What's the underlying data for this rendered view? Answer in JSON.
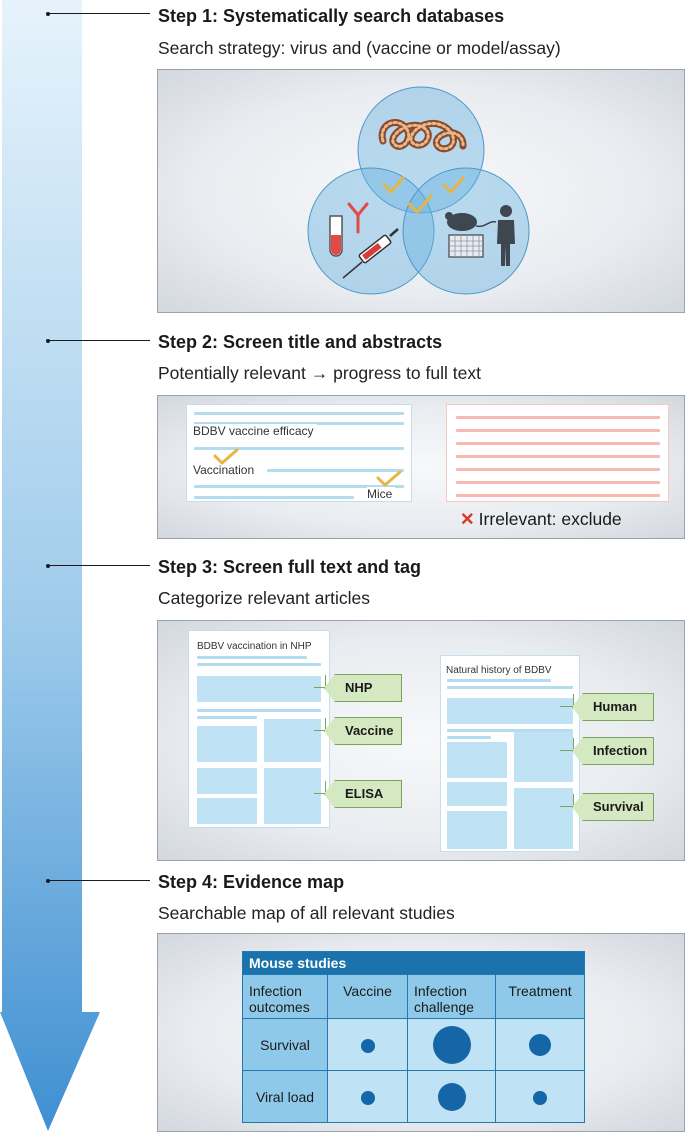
{
  "colors": {
    "arrow_top": "#e6f3fb",
    "arrow_bottom": "#3f8fd2",
    "accent_blue": "#1a73ad",
    "tag_green": "#d4e8c2",
    "check_gold": "#e6b640",
    "exclude_red": "#d63a2a"
  },
  "step1": {
    "title": "Step 1: Systematically search databases",
    "subtitle": "Search strategy: virus and (vaccine or model/assay)"
  },
  "step2": {
    "title": "Step 2: Screen title and abstracts",
    "subtitle": "Potentially relevant → progress to full text",
    "doc_title": "BDBV vaccine efficacy",
    "word_vaccination": "Vaccination",
    "word_mice": "Mice",
    "exclude_label": "Irrelevant: exclude"
  },
  "step3": {
    "title": "Step 3: Screen full text and tag",
    "subtitle": "Categorize relevant articles",
    "doc1_title": "BDBV vaccination in NHP",
    "doc2_title": "Natural history of BDBV",
    "doc1_tags": [
      "NHP",
      "Vaccine",
      "ELISA"
    ],
    "doc2_tags": [
      "Human",
      "Infection",
      "Survival"
    ]
  },
  "step4": {
    "title": "Step 4: Evidence map",
    "subtitle": "Searchable map of all relevant studies",
    "table_title": "Mouse studies",
    "columns": [
      "Infection outcomes",
      "Vaccine",
      "Infection challenge",
      "Treatment"
    ],
    "rows": [
      {
        "label": "Survival",
        "levels": [
          "small",
          "large",
          "medium"
        ]
      },
      {
        "label": "Viral load",
        "levels": [
          "small",
          "medium-large",
          "small"
        ]
      }
    ]
  }
}
